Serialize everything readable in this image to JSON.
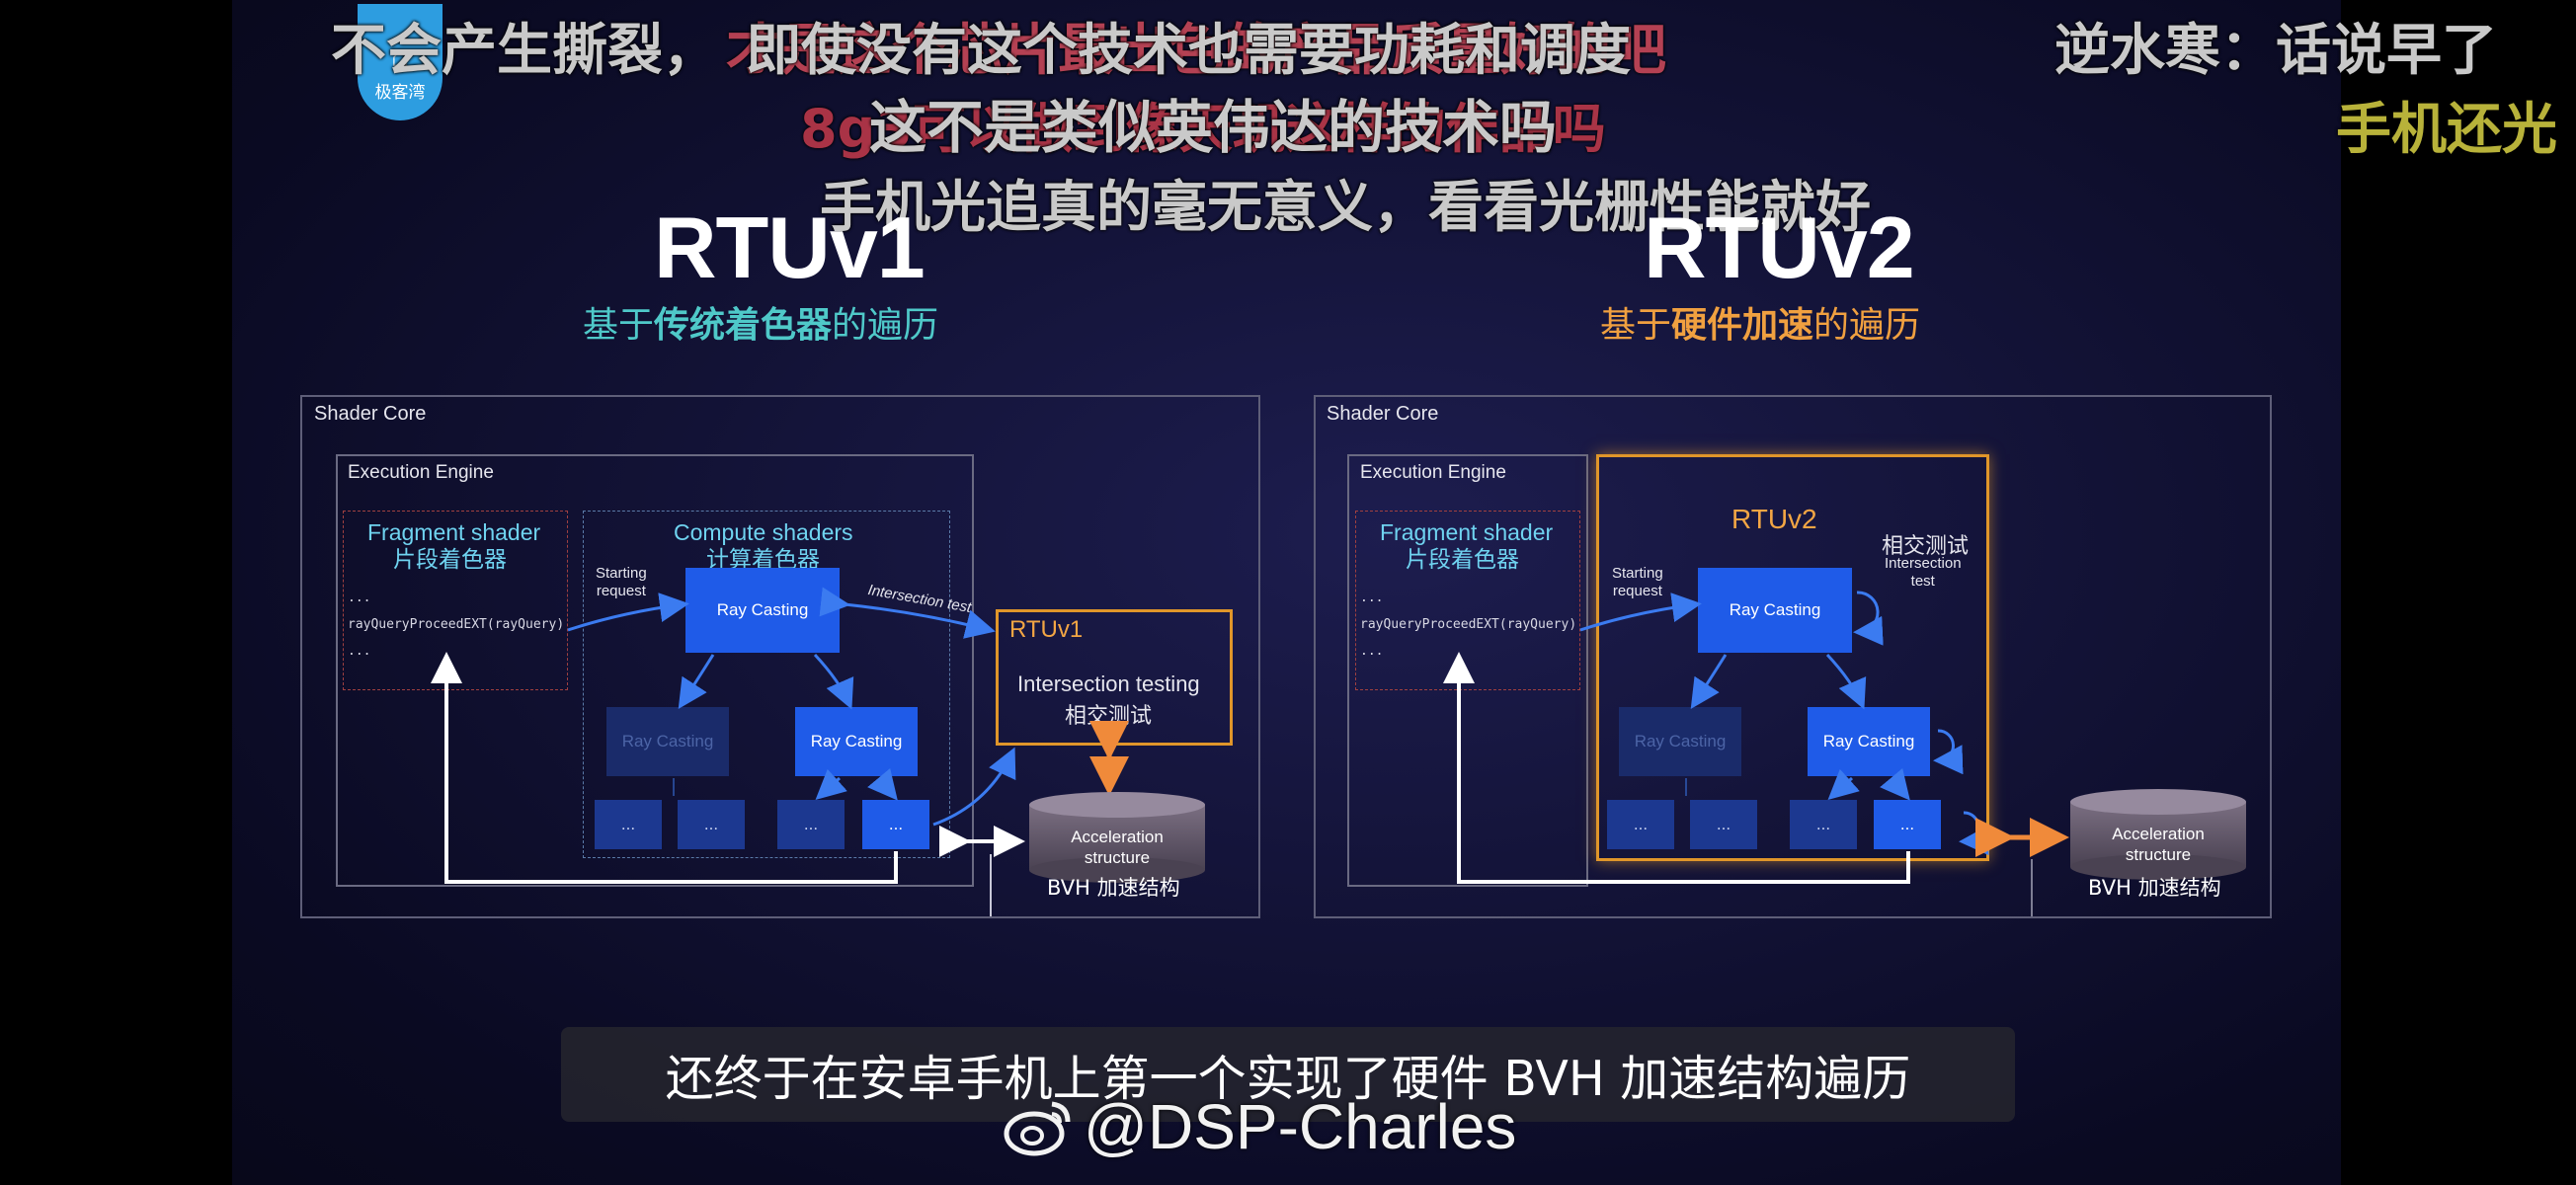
{
  "logo": {
    "text": "极客湾",
    "glyph": "⌂"
  },
  "danmaku": [
    {
      "text": "不会产生撕裂，",
      "color": "#c9c9c9"
    },
    {
      "text": "即使没有这个技术也需要功耗和调度",
      "color": "#c9c9c9"
    },
    {
      "text": "才是这个芯片最出色的产品质量好的吧",
      "color": "#d14a5a"
    },
    {
      "text": "逆水寒：话说早了",
      "color": "#c9c9c9"
    },
    {
      "text": "这不是类似英伟达的技术吗",
      "color": "#c9c9c9"
    },
    {
      "text": "8g3可以做到像天玑这样的作品吗",
      "color": "#c43a4a"
    },
    {
      "text": "手机还光",
      "color": "#b8b23a"
    },
    {
      "text": "手机光追真的毫无意义，看看光栅性能就好",
      "color": "#c9c9c9"
    }
  ],
  "left": {
    "title": "RTUv1",
    "subtitle_pre": "基于",
    "subtitle_bold": "传统着色器",
    "subtitle_post": "的遍历",
    "subtitle_color": "#4fc9c9",
    "shader_core": "Shader Core",
    "execution_engine": "Execution Engine",
    "fragment_shader_en": "Fragment shader",
    "fragment_shader_zh": "片段着色器",
    "code_dots_1": "...",
    "code_line": "rayQueryProceedEXT(rayQuery)",
    "code_dots_2": "...",
    "compute_shaders_en": "Compute shaders",
    "compute_shaders_zh": "计算着色器",
    "starting_request": "Starting\nrequest",
    "intersection_test": "Intersection test",
    "ray_casting_main": "Ray Casting",
    "ray_casting_dim": "Ray Casting",
    "ray_casting_second": "Ray Casting",
    "dots": [
      "...",
      "...",
      "...",
      "..."
    ],
    "rtu_label": "RTUv1",
    "intersection_testing_en": "Intersection testing",
    "intersection_testing_zh": "相交测试",
    "accel_structure": "Acceleration\nstructure",
    "bvh": "BVH 加速结构"
  },
  "right": {
    "title": "RTUv2",
    "subtitle_pre": "基于",
    "subtitle_bold": "硬件加速",
    "subtitle_post": "的遍历",
    "subtitle_color": "#f0a040",
    "shader_core": "Shader Core",
    "execution_engine": "Execution Engine",
    "fragment_shader_en": "Fragment shader",
    "fragment_shader_zh": "片段着色器",
    "code_dots_1": "...",
    "code_line": "rayQueryProceedEXT(rayQuery)",
    "code_dots_2": "...",
    "rtu_label": "RTUv2",
    "intersection_zh": "相交测试",
    "intersection_en": "Intersection\ntest",
    "starting_request": "Starting\nrequest",
    "ray_casting_main": "Ray Casting",
    "ray_casting_dim": "Ray Casting",
    "ray_casting_second": "Ray Casting",
    "dots": [
      "...",
      "...",
      "...",
      "..."
    ],
    "accel_structure": "Acceleration\nstructure",
    "bvh": "BVH 加速结构"
  },
  "caption": "还终于在安卓手机上第一个实现了硬件 BVH 加速结构遍历",
  "watermark": {
    "icon": "weibo-icon",
    "text": "@DSP-Charles"
  }
}
